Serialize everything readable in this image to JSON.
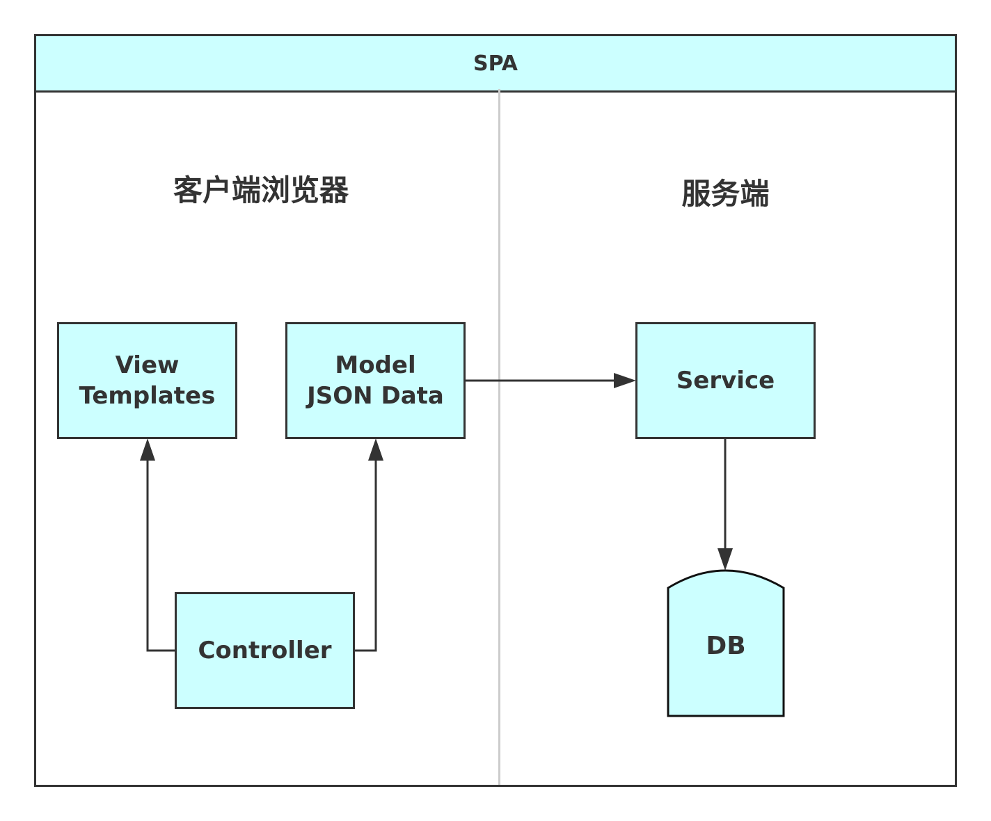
{
  "header": {
    "title": "SPA"
  },
  "lanes": {
    "client": {
      "title": "客户端浏览器"
    },
    "server": {
      "title": "服务端"
    }
  },
  "nodes": {
    "view": {
      "line1": "View",
      "line2": "Templates"
    },
    "model": {
      "line1": "Model",
      "line2": "JSON Data"
    },
    "controller": {
      "label": "Controller"
    },
    "service": {
      "label": "Service"
    },
    "db": {
      "label": "DB"
    }
  },
  "edges": [
    {
      "from": "controller",
      "to": "view"
    },
    {
      "from": "controller",
      "to": "model"
    },
    {
      "from": "model",
      "to": "service"
    },
    {
      "from": "service",
      "to": "db"
    }
  ],
  "colors": {
    "node_fill": "#ccffff",
    "stroke": "#333333",
    "divider": "#cccccc"
  }
}
